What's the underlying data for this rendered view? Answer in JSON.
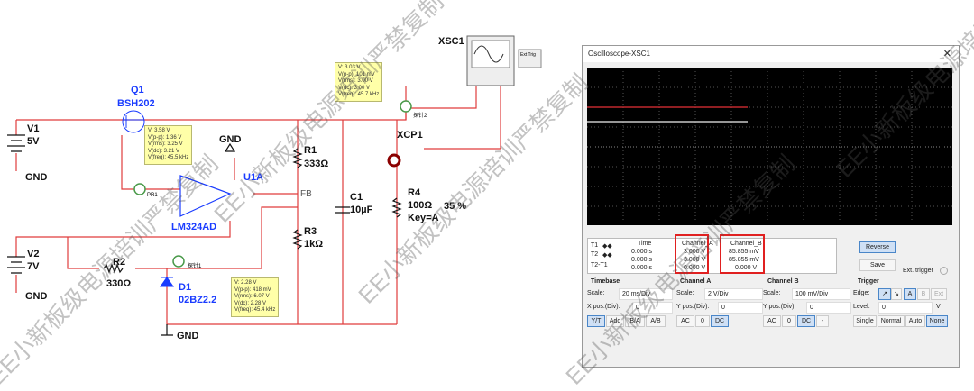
{
  "schematic": {
    "v1": {
      "name": "V1",
      "value": "5V"
    },
    "v2": {
      "name": "V2",
      "value": "7V"
    },
    "gnd": "GND",
    "q1": {
      "name": "Q1",
      "model": "BSH202"
    },
    "u1": {
      "name": "U1A",
      "model": "LM324AD"
    },
    "r1": {
      "name": "R1",
      "value": "333Ω"
    },
    "fb": "FB",
    "r2": {
      "name": "R2",
      "value": "330Ω"
    },
    "r3": {
      "name": "R3",
      "value": "1kΩ"
    },
    "r4": {
      "name": "R4",
      "value": "100Ω",
      "key": "Key=A",
      "percent": "35 %"
    },
    "c1": {
      "name": "C1",
      "value": "10µF"
    },
    "d1": {
      "name": "D1",
      "model": "02BZ2.2"
    },
    "xsc1": "XSC1",
    "xcp1": "XCP1",
    "ext_trig": "Ext Trig",
    "probes": {
      "p1": "探针1",
      "p2": "探针2",
      "p3": "PR1"
    },
    "tip_q1": [
      "V: 3.58 V",
      "V(p-p): 1.36 V",
      "V(rms): 3.25 V",
      "V(dc): 3.21 V",
      "V(freq): 45.5 kHz"
    ],
    "tip_out": [
      "V: 3.03 V",
      "V(p-p): 101 mV",
      "V(rms): 3.00 V",
      "V(dc): 3.00 V",
      "V(freq): 45.7 kHz"
    ],
    "tip_d1": [
      "V: 2.28 V",
      "V(p-p): 418 mV",
      "V(rms): 6.07 V",
      "V(dc): 2.28 V",
      "V(freq): 45.4 kHz"
    ]
  },
  "watermark": "EE小新板级电源培训严禁复制",
  "oscilloscope": {
    "title": "Oscilloscope-XSC1",
    "colors": {
      "channel_a": "#c0282d",
      "channel_b": "#c8c8c8"
    },
    "cursor_table": {
      "rows": [
        "T1",
        "T2",
        "T2-T1"
      ],
      "headers": [
        "Time",
        "Channel_A",
        "Channel_B"
      ],
      "time": [
        "0.000 s",
        "0.000 s",
        "0.000 s"
      ],
      "channel_a": [
        "3.000 V",
        "3.000 V",
        "0.000 V"
      ],
      "channel_b": [
        "85.855 mV",
        "85.855 mV",
        "0.000 V"
      ]
    },
    "reverse": "Reverse",
    "save": "Save",
    "ext_trigger": "Ext. trigger",
    "timebase": {
      "label": "Timebase",
      "scale_label": "Scale:",
      "scale": "20 ms/Div",
      "xpos_label": "X pos.(Div):",
      "xpos": "0",
      "modes": [
        "Y/T",
        "Add",
        "B/A",
        "A/B"
      ]
    },
    "channel_a": {
      "label": "Channel A",
      "scale_label": "Scale:",
      "scale": "2 V/Div",
      "ypos_label": "Y pos.(Div):",
      "ypos": "0",
      "coupling": [
        "AC",
        "0",
        "DC"
      ]
    },
    "channel_b": {
      "label": "Channel B",
      "scale_label": "Scale:",
      "scale": "100 mV/Div",
      "ypos_label": "Y pos.(Div):",
      "ypos": "0",
      "coupling": [
        "AC",
        "0",
        "DC",
        "-"
      ]
    },
    "trigger": {
      "label": "Trigger",
      "edge_label": "Edge:",
      "sources": [
        "A",
        "B",
        "Ext"
      ],
      "level_label": "Level:",
      "level": "0",
      "level_unit": "V",
      "modes": [
        "Single",
        "Normal",
        "Auto",
        "None"
      ]
    }
  }
}
